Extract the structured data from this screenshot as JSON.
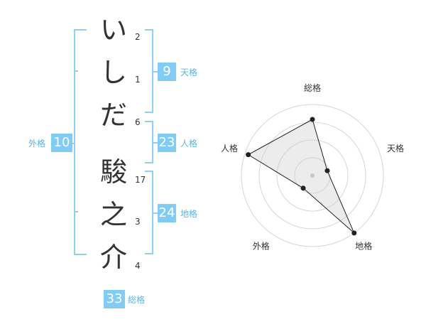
{
  "name": {
    "chars": [
      {
        "char": "い",
        "strokes": "2"
      },
      {
        "char": "し",
        "strokes": "1"
      },
      {
        "char": "だ",
        "strokes": "6"
      },
      {
        "char": "駿",
        "strokes": "17"
      },
      {
        "char": "之",
        "strokes": "3"
      },
      {
        "char": "介",
        "strokes": "4"
      }
    ]
  },
  "fortune": {
    "tenkaku": {
      "value": "9",
      "label": "天格"
    },
    "jinkaku": {
      "value": "23",
      "label": "人格"
    },
    "chikaku": {
      "value": "24",
      "label": "地格"
    },
    "gaikaku": {
      "value": "10",
      "label": "外格"
    },
    "soukaku": {
      "value": "33",
      "label": "総格"
    }
  },
  "colors": {
    "accent": "#80ccf5",
    "bracket": "#8fd0f5",
    "label": "#5ab3e8"
  },
  "chart_data": {
    "type": "radar",
    "axes": [
      "総格",
      "天格",
      "地格",
      "外格",
      "人格"
    ],
    "values": [
      0.79,
      0.22,
      1.0,
      0.22,
      0.95
    ],
    "range": [
      0,
      1
    ],
    "rings": 4
  }
}
